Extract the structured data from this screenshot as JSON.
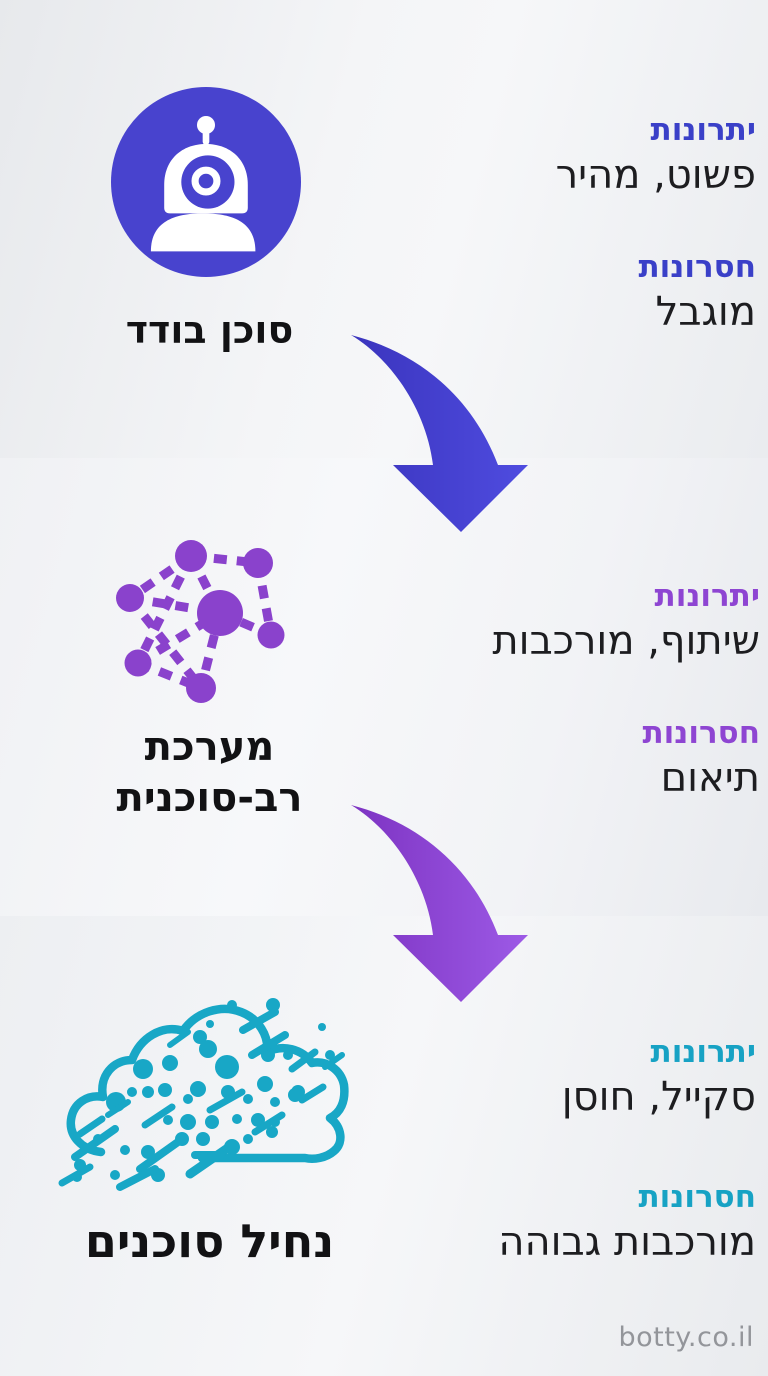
{
  "page": {
    "watermark": "botty.co.il"
  },
  "stages": [
    {
      "label": "סוכן בודד",
      "icon": "robot-icon",
      "accent": "#3a40c8",
      "icon_color": "#4843ce",
      "pros_title": "יתרונות",
      "pros": "פשוט, מהיר",
      "cons_title": "חסרונות",
      "cons": "מוגבל"
    },
    {
      "label": "מערכת\nרב-סוכנית",
      "icon": "network-icon",
      "accent": "#8e45d2",
      "icon_color": "#8a42cc",
      "pros_title": "יתרונות",
      "pros": "שיתוף, מורכבות",
      "cons_title": "חסרונות",
      "cons": "תיאום"
    },
    {
      "label": "נחיל סוכנים",
      "icon": "swarm-cloud-icon",
      "accent": "#17a2c4",
      "icon_color": "#18a7c6",
      "pros_title": "יתרונות",
      "pros": "סקייל, חוסן",
      "cons_title": "חסרונות",
      "cons": "מורכבות גבוהה"
    }
  ],
  "arrows": [
    {
      "name": "arrow-single-to-multi",
      "color_start": "#3a34bd",
      "color_end": "#4f4ce0"
    },
    {
      "name": "arrow-multi-to-swarm",
      "color_start": "#7d33c2",
      "color_end": "#9d5ae6"
    }
  ],
  "text_color": "#1d1d20"
}
